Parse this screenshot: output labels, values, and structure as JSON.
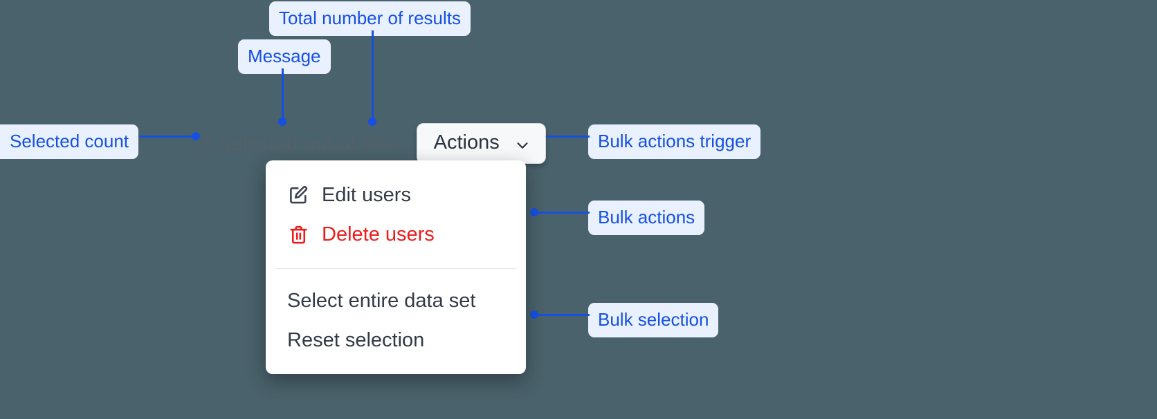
{
  "canvas": {
    "background_color": "#4a626b",
    "annotation_color": "#1550e0",
    "annotation_badge_background": "#eaf1fe"
  },
  "selection_bar": {
    "message_prefix": "6 selected out of ",
    "selected_count": "6",
    "message_text": "6 selected out of ###",
    "total_results_placeholder": "###",
    "actions_trigger": {
      "label": "Actions",
      "chevron_icon": "chevron-down-icon"
    }
  },
  "menu": {
    "bulk_actions": [
      {
        "label": "Edit users",
        "icon": "pencil-square-icon",
        "tone": "default"
      },
      {
        "label": "Delete users",
        "icon": "trash-icon",
        "tone": "danger"
      }
    ],
    "bulk_selection": [
      {
        "label": "Select entire data set",
        "icon": "",
        "tone": "default"
      },
      {
        "label": "Reset selection",
        "icon": "",
        "tone": "default"
      }
    ]
  },
  "annotations": {
    "total_results": "Total number of results",
    "message": "Message",
    "selected_count": "Selected count",
    "bulk_actions_trigger": "Bulk actions trigger",
    "bulk_actions": "Bulk actions",
    "bulk_selection": "Bulk selection"
  }
}
